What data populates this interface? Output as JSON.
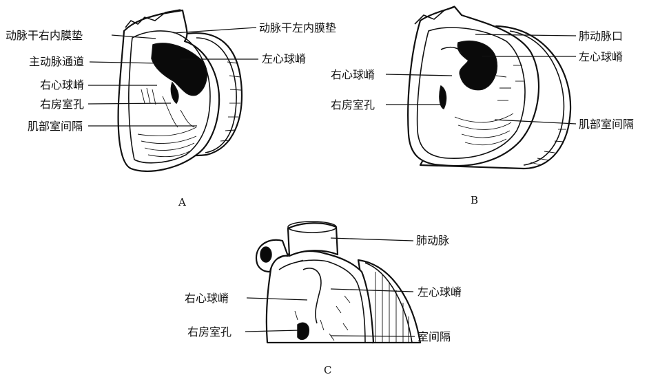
{
  "panels": {
    "A": {
      "letter": "A",
      "labels": {
        "right_conus_cushion": "动脉干右内膜垫",
        "left_conus_cushion": "动脉干左内膜垫",
        "aortic_channel": "主动脉通道",
        "left_bulbar_ridge": "左心球嵴",
        "right_bulbar_ridge": "右心球嵴",
        "right_av_orifice": "右房室孔",
        "muscular_septum": "肌部室间隔"
      }
    },
    "B": {
      "letter": "B",
      "labels": {
        "pulmonary_orifice": "肺动脉口",
        "left_bulbar_ridge": "左心球嵴",
        "right_bulbar_ridge": "右心球嵴",
        "right_av_orifice": "右房室孔",
        "muscular_septum": "肌部室间隔"
      }
    },
    "C": {
      "letter": "C",
      "labels": {
        "pulmonary_artery": "肺动脉",
        "right_bulbar_ridge": "右心球嵴",
        "left_bulbar_ridge": "左心球嵴",
        "right_av_orifice": "右房室孔",
        "septum": "室间隔"
      }
    }
  }
}
